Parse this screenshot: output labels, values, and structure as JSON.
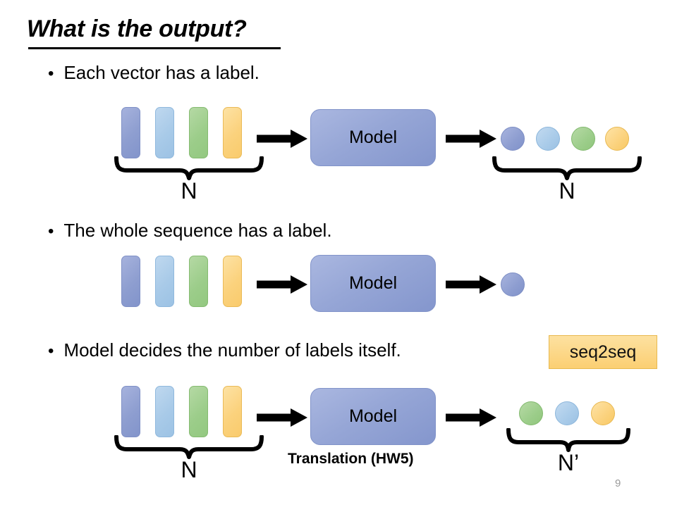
{
  "slide": {
    "title": "What is the output?",
    "page_number": "9",
    "background_color": "#ffffff"
  },
  "bullets": [
    {
      "marker": "•",
      "text": "Each vector has a label."
    },
    {
      "marker": "•",
      "text": "The whole sequence has a label."
    },
    {
      "marker": "•",
      "text": "Model decides the number of labels itself."
    }
  ],
  "badge": {
    "label": "seq2seq",
    "fill": "#fbcf73",
    "border": "#e8b94f"
  },
  "palette": {
    "vector_1": "#8e9ed0",
    "vector_2": "#a8cae8",
    "vector_3": "#9ccd8a",
    "vector_4": "#fbd27d",
    "model_fill": "#96a6d6",
    "arrow": "#000000",
    "brace": "#000000",
    "page_number": "#9a9a9a"
  },
  "diagrams": [
    {
      "id": "row-1",
      "input_vectors": [
        "vector_1",
        "vector_2",
        "vector_3",
        "vector_4"
      ],
      "input_brace_label": "N",
      "model_label": "Model",
      "output_circles": [
        "vector_1",
        "vector_2",
        "vector_3",
        "vector_4"
      ],
      "output_brace_label": "N",
      "caption": ""
    },
    {
      "id": "row-2",
      "input_vectors": [
        "vector_1",
        "vector_2",
        "vector_3",
        "vector_4"
      ],
      "input_brace_label": "",
      "model_label": "Model",
      "output_circles": [
        "vector_1"
      ],
      "output_brace_label": "",
      "caption": ""
    },
    {
      "id": "row-3",
      "input_vectors": [
        "vector_1",
        "vector_2",
        "vector_3",
        "vector_4"
      ],
      "input_brace_label": "N",
      "model_label": "Model",
      "output_circles": [
        "vector_3",
        "vector_2",
        "vector_4"
      ],
      "output_brace_label": "N’",
      "caption": "Translation (HW5)"
    }
  ]
}
